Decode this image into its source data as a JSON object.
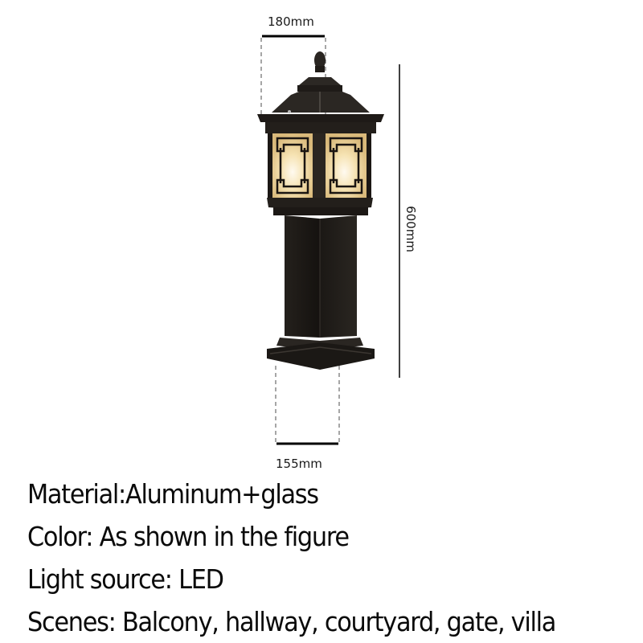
{
  "dimensions": {
    "top_width": "180mm",
    "height": "600mm",
    "base_width": "155mm"
  },
  "product": {
    "name": "lamp-post-lantern",
    "colors": {
      "body": "#1c1814",
      "glass": "#f3dca6",
      "glow": "#fff6d8",
      "lines": "#111111"
    }
  },
  "specs": [
    {
      "label": "Material:",
      "value": "Aluminum+glass",
      "text": "Material:Aluminum+glass"
    },
    {
      "label": "Color:",
      "value": "As shown in the figure",
      "text": "Color: As shown in the figure"
    },
    {
      "label": "Light source:",
      "value": "LED",
      "text": "Light source: LED"
    },
    {
      "label": "Scenes:",
      "value": "Balcony, hallway, courtyard, gate, villa",
      "text": "Scenes: Balcony, hallway, courtyard, gate, villa"
    }
  ]
}
